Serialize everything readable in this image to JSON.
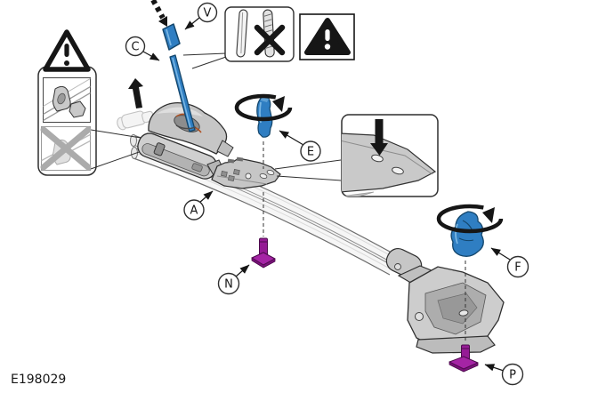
{
  "figure": {
    "code": "E198029",
    "background": "#ffffff"
  },
  "callouts": {
    "v": "V",
    "c": "C",
    "e": "E",
    "a": "A",
    "n": "N",
    "f": "F",
    "p": "P"
  },
  "colors": {
    "part_blue": "#2f7ec2",
    "part_blue_dark": "#14466b",
    "part_blue_highlight": "#79b6e3",
    "part_purple": "#951b95",
    "part_purple_dark": "#4d0b4d",
    "outline": "#2f2f2f",
    "gray_light": "#e8e8e8",
    "gray_mid": "#c6c6c6",
    "gray_dark": "#9a9a9a",
    "ghost_gray": "#b5b5b5"
  },
  "icons": {
    "warning_triangle": "⚠",
    "cross_mark": "✕",
    "rotate_arrow": "⟳",
    "up_arrow": "↑",
    "down_arrow": "↓",
    "insert_dashed_arrow": "⇣"
  }
}
